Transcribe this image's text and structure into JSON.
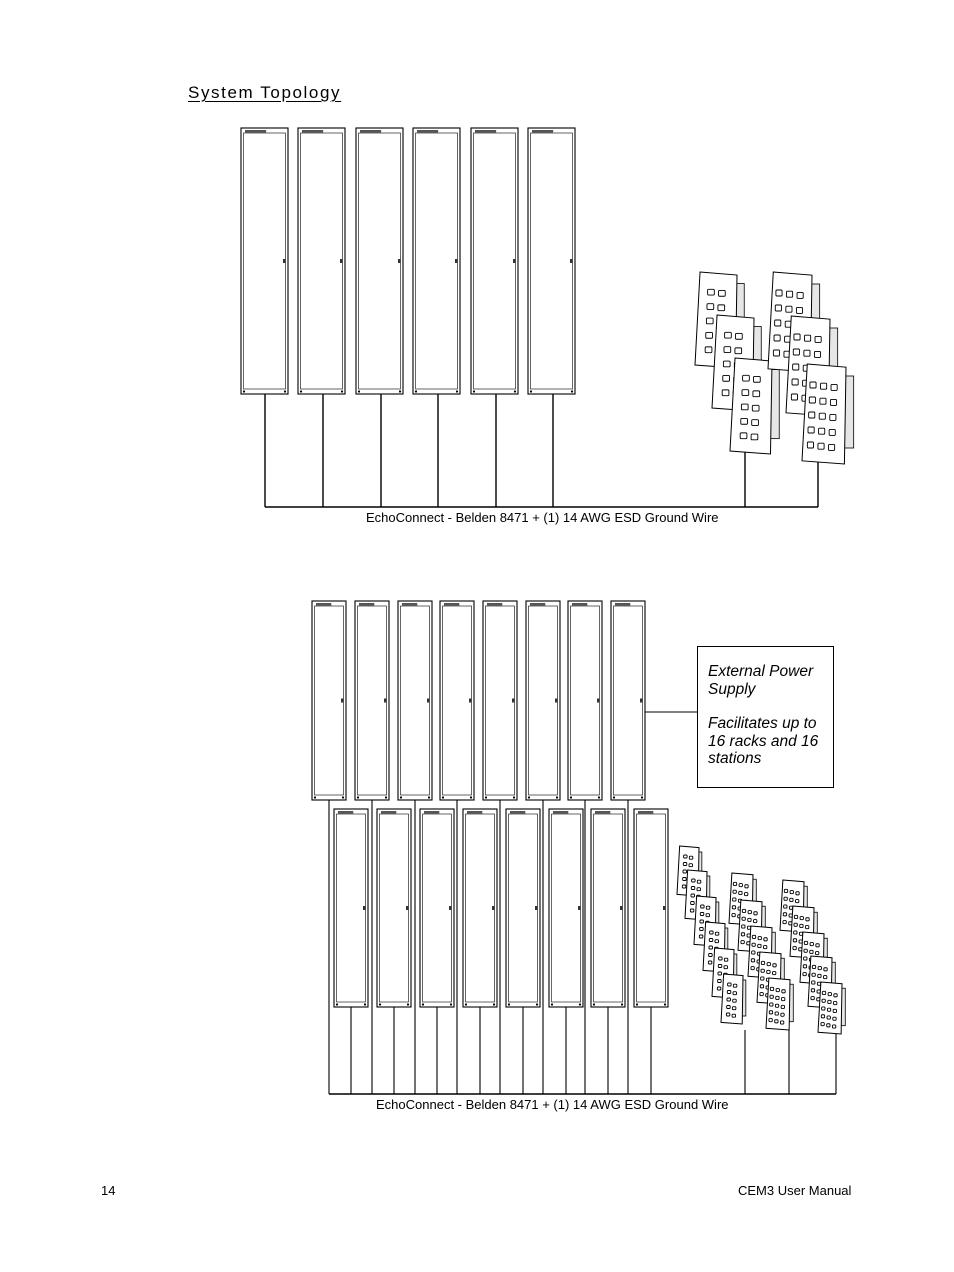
{
  "section": {
    "title": "System Topology"
  },
  "diagram_top": {
    "racks": 6,
    "stations": 6,
    "cable_label": "EchoConnect - Belden 8471 + (1) 14 AWG ESD Ground Wire"
  },
  "diagram_bottom": {
    "racks": 16,
    "stations": 16,
    "cable_label": "EchoConnect - Belden 8471 + (1) 14 AWG ESD Ground Wire",
    "power_supply": {
      "line1": "External Power Supply",
      "line2": "Facilitates up to 16 racks and 16 stations"
    }
  },
  "footer": {
    "page_number": "14",
    "doc_title": "CEM3 User Manual"
  }
}
